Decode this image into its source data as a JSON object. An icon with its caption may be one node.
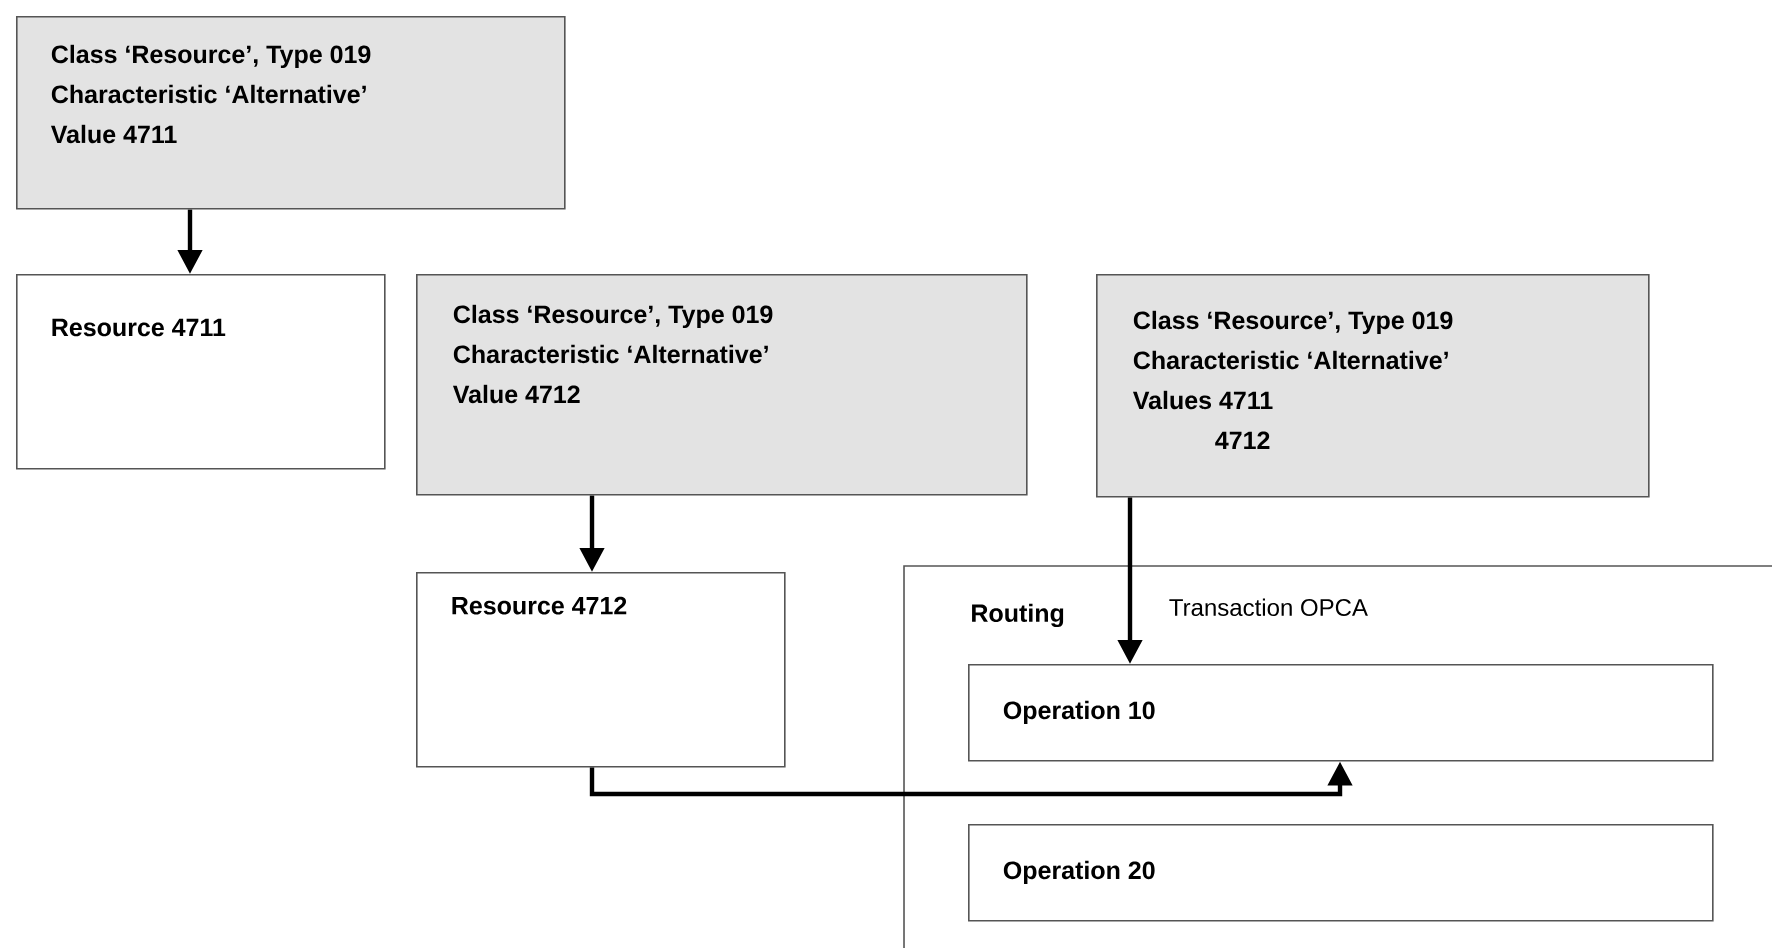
{
  "diagram": {
    "nodes": [
      {
        "text": [
          "Class ‘Resource’, Type 019",
          "Characteristic ‘Alternative’",
          "Value 4711"
        ]
      },
      {
        "text": [
          "Resource 4711"
        ]
      },
      {
        "text": [
          "Class ‘Resource’, Type 019",
          "Characteristic ‘Alternative’",
          "Value 4712"
        ]
      },
      {
        "text": [
          "Class ‘Resource’, Type 019",
          "Characteristic ‘Alternative’",
          "Values 4711",
          "4712"
        ]
      },
      {
        "text": [
          "Resource 4712"
        ]
      },
      {
        "text": [
          "Routing",
          "Transaction OPCA"
        ]
      },
      {
        "text": [
          "Operation 10"
        ],
        "in": 5
      },
      {
        "text": [
          "Operation 20"
        ],
        "in": 5
      }
    ],
    "edges": [
      {
        "from": 0,
        "to": 1,
        "arrow": "to"
      },
      {
        "from": 2,
        "to": 4,
        "arrow": "to"
      },
      {
        "from": 3,
        "to": 6,
        "arrow": "to"
      },
      {
        "from": 4,
        "to": 6,
        "arrow": "to"
      }
    ]
  }
}
